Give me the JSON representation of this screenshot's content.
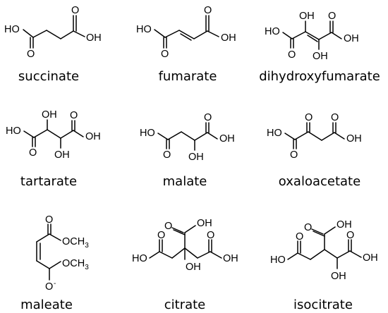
{
  "compounds": [
    {
      "name": "succinate"
    },
    {
      "name": "fumarate"
    },
    {
      "name": "dihydroxyfumarate"
    },
    {
      "name": "tartarate"
    },
    {
      "name": "malate"
    },
    {
      "name": "oxaloacetate"
    },
    {
      "name": "maleate"
    },
    {
      "name": "citrate"
    },
    {
      "name": "isocitrate"
    }
  ],
  "atoms": {
    "hydroxyl": "HO",
    "hydroxyl_r": "OH",
    "oxygen": "O",
    "oxygen_anion": "O",
    "charge": "-",
    "methoxy": "OCH",
    "methoxy_sub": "3"
  }
}
